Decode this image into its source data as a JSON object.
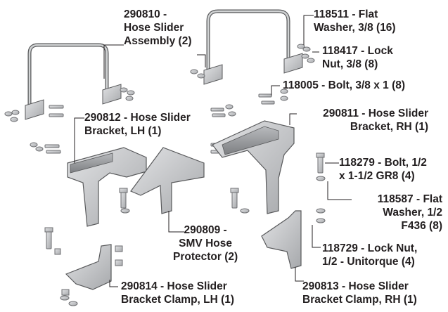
{
  "labels": {
    "hose_slider_assembly": [
      "290810 -",
      "Hose Slider",
      "Assembly (2)"
    ],
    "flat_washer_38": [
      "118511 - Flat",
      "Washer, 3/8 (16)"
    ],
    "lock_nut_38": [
      "118417 - Lock",
      "Nut, 3/8 (8)"
    ],
    "bolt_38": [
      "118005 - Bolt, 3/8 x 1 (8)"
    ],
    "bracket_lh": [
      "290812 - Hose Slider",
      "Bracket, LH (1)"
    ],
    "bracket_rh": [
      "290811 - Hose Slider",
      "Bracket, RH (1)"
    ],
    "bolt_12": [
      "118279 - Bolt, 1/2",
      "x 1-1/2 GR8 (4)"
    ],
    "flat_washer_12": [
      "118587 - Flat",
      "Washer, 1/2",
      "F436 (8)"
    ],
    "smv_protector": [
      "290809 -",
      "SMV Hose",
      "Protector (2)"
    ],
    "lock_nut_12": [
      "118729 - Lock Nut,",
      "1/2 - Unitorque (4)"
    ],
    "clamp_lh": [
      "290814 - Hose Slider",
      "Bracket Clamp, LH (1)"
    ],
    "clamp_rh": [
      "290813 - Hose Slider",
      "Bracket Clamp, RH (1)"
    ]
  }
}
